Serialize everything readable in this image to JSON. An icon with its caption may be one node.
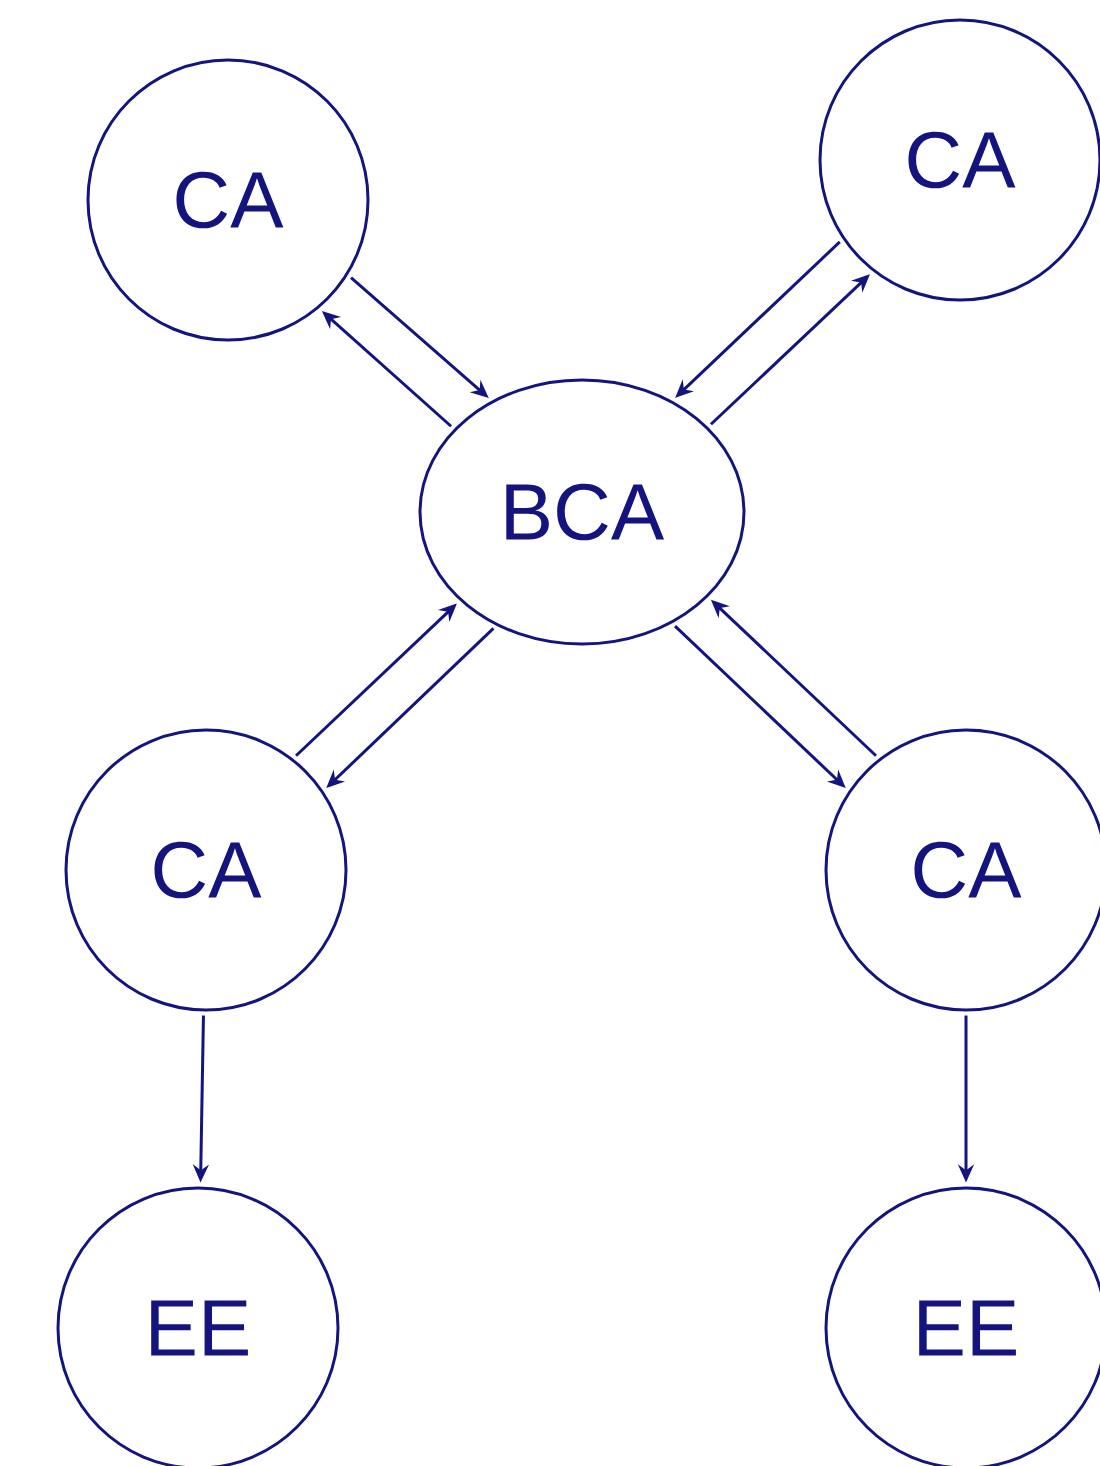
{
  "diagram": {
    "nodes": [
      {
        "text": [
          "CA"
        ]
      },
      {
        "text": [
          "CA"
        ]
      },
      {
        "text": [
          "BCA"
        ]
      },
      {
        "text": [
          "CA"
        ]
      },
      {
        "text": [
          "CA"
        ]
      },
      {
        "text": [
          "EE"
        ]
      },
      {
        "text": [
          "EE"
        ]
      }
    ],
    "edges": [
      {
        "from": 0,
        "to": 2,
        "arrow": "to"
      },
      {
        "from": 2,
        "to": 0,
        "arrow": "to"
      },
      {
        "from": 1,
        "to": 2,
        "arrow": "to"
      },
      {
        "from": 2,
        "to": 1,
        "arrow": "to"
      },
      {
        "from": 2,
        "to": 3,
        "arrow": "to"
      },
      {
        "from": 3,
        "to": 2,
        "arrow": "to"
      },
      {
        "from": 2,
        "to": 4,
        "arrow": "to"
      },
      {
        "from": 4,
        "to": 2,
        "arrow": "to"
      },
      {
        "from": 3,
        "to": 5,
        "arrow": "to"
      },
      {
        "from": 4,
        "to": 6,
        "arrow": "to"
      }
    ]
  }
}
